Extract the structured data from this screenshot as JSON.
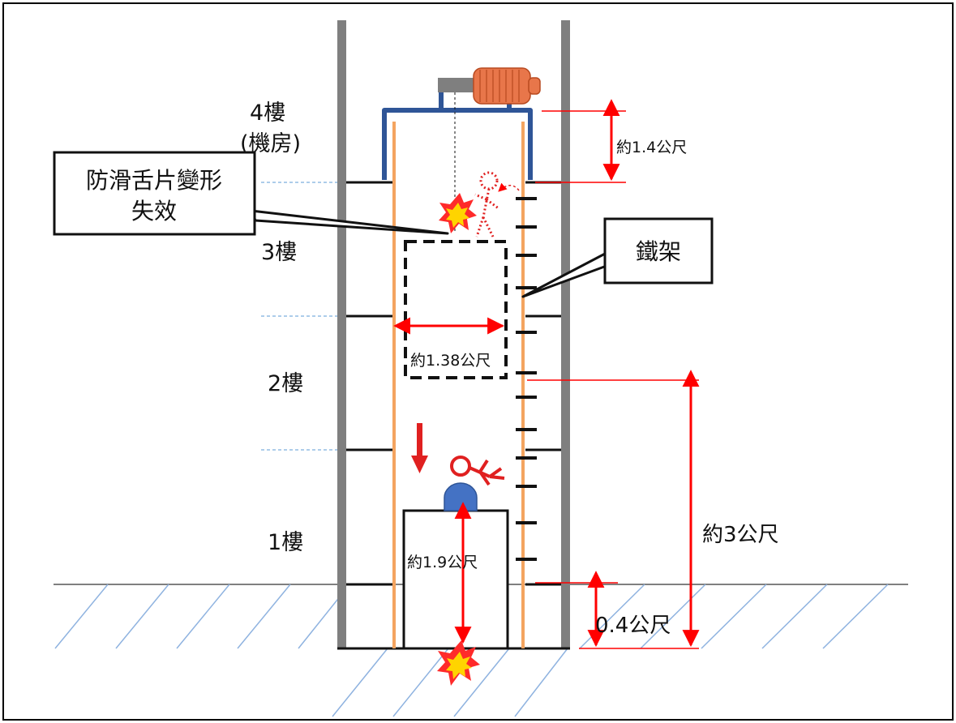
{
  "floors": {
    "f4_line1": "4樓",
    "f4_line2": "(機房)",
    "f3": "3樓",
    "f2": "2樓",
    "f1": "1樓"
  },
  "callouts": {
    "failure_line1": "防滑舌片變形",
    "failure_line2": "失效",
    "frame": "鐵架"
  },
  "dimensions": {
    "top_height": "約1.4公尺",
    "platform_width": "約1.38公尺",
    "car_height": "約1.9公尺",
    "fall_height": "約3公尺",
    "pit_depth": "0.4公尺"
  },
  "colors": {
    "wall": "#7f7f7f",
    "rail": "#f4a460",
    "machine_frame": "#2f5597",
    "motor": "#e8764a",
    "dimension": "#ff0000",
    "ground_hatch": "#8fb3e0"
  }
}
